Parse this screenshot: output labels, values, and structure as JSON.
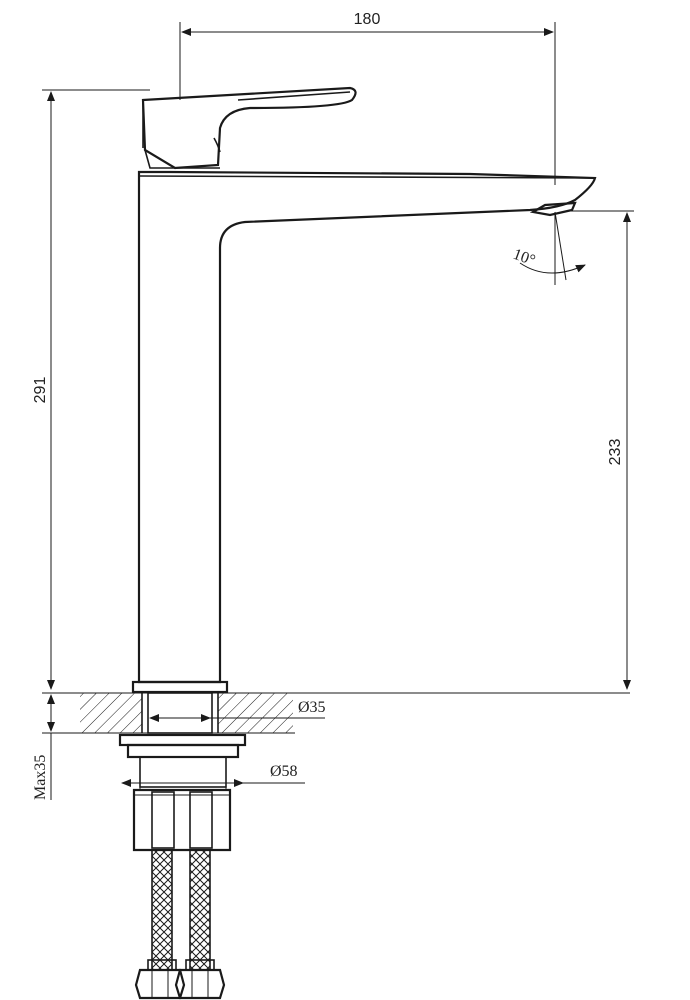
{
  "dimensions": {
    "width_label": "180",
    "total_height_label": "291",
    "spout_height_label": "233",
    "angle_label": "10°",
    "hole_label": "Ø35",
    "nut_label": "Ø58",
    "max_thickness_label": "Max35"
  },
  "colors": {
    "line": "#1a1a1a",
    "background": "#ffffff"
  }
}
